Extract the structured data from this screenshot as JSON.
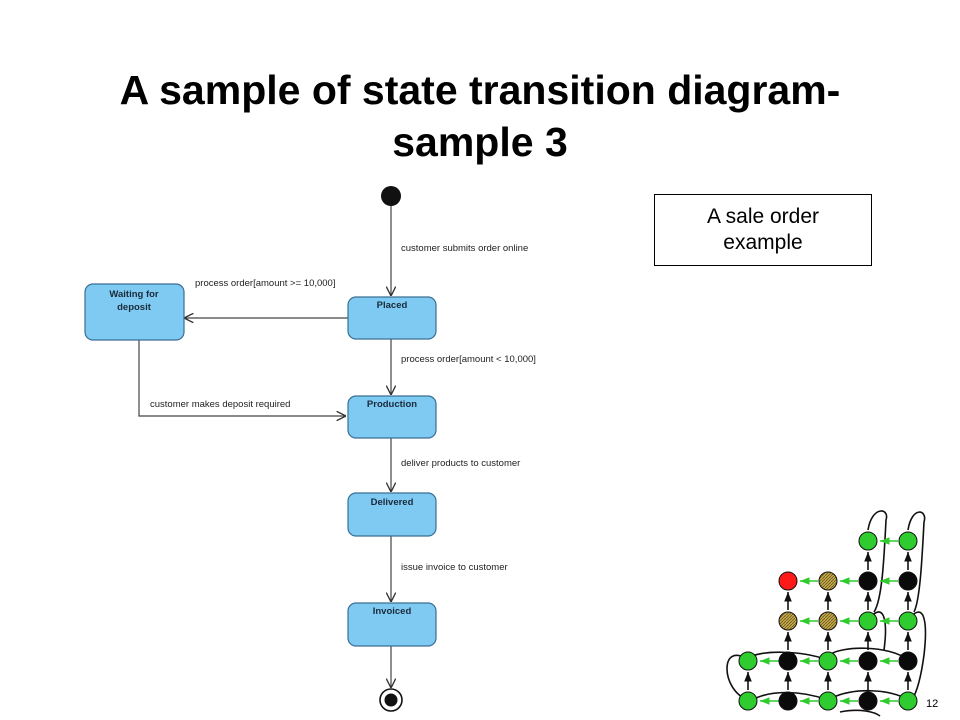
{
  "slide": {
    "title_line1": "A sample of state transition diagram-",
    "title_line2": "sample 3",
    "note": "A sale order example",
    "page_number": "12"
  },
  "diagram": {
    "states": [
      {
        "id": "waiting",
        "label_line1": "Waiting for",
        "label_line2": "deposit"
      },
      {
        "id": "placed",
        "label": "Placed"
      },
      {
        "id": "production",
        "label": "Production"
      },
      {
        "id": "delivered",
        "label": "Delivered"
      },
      {
        "id": "invoiced",
        "label": "Invoiced"
      }
    ],
    "transitions": [
      {
        "id": "t1",
        "from": "initial",
        "to": "placed",
        "label": "customer submits order online"
      },
      {
        "id": "t2",
        "from": "placed",
        "to": "waiting",
        "label": "process order[amount >= 10,000]"
      },
      {
        "id": "t3",
        "from": "placed",
        "to": "production",
        "label": "process order[amount < 10,000]"
      },
      {
        "id": "t4",
        "from": "waiting",
        "to": "production",
        "label": "customer makes deposit required"
      },
      {
        "id": "t5",
        "from": "production",
        "to": "delivered",
        "label": "deliver products to customer"
      },
      {
        "id": "t6",
        "from": "delivered",
        "to": "invoiced",
        "label": "issue invoice to customer"
      },
      {
        "id": "t7",
        "from": "invoiced",
        "to": "final",
        "label": ""
      }
    ],
    "state_fill": "#7fcaf2",
    "state_stroke": "#3a6f92"
  },
  "decoration": {
    "colors": {
      "green": "#2ecc2e",
      "black": "#0a0a0a",
      "red": "#ff1a1a",
      "olive": "#b8a040"
    }
  }
}
